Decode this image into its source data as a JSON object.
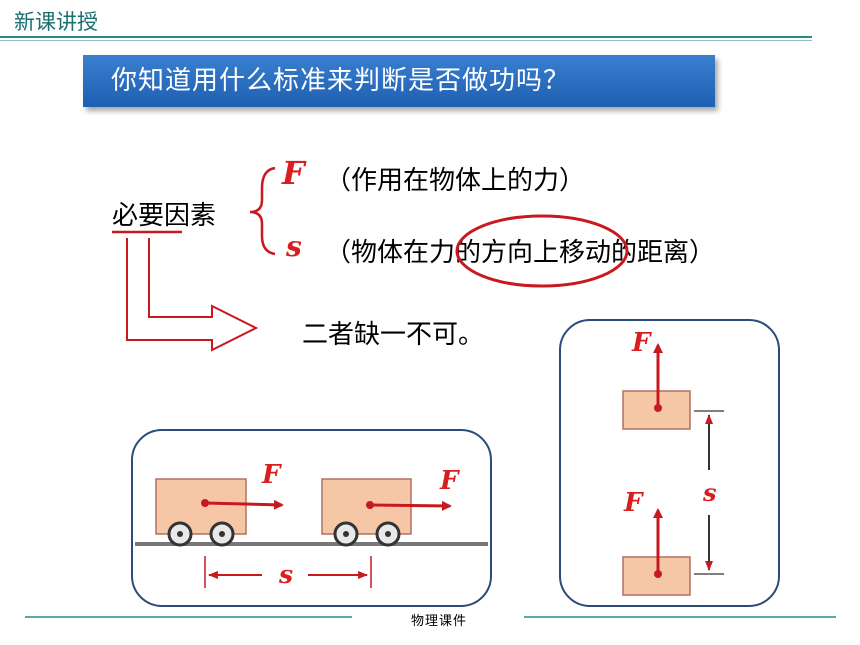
{
  "header": {
    "section_tag": "新课讲授"
  },
  "banner": {
    "question": "你知道用什么标准来判断是否做功吗？"
  },
  "factors": {
    "label": "必要因素",
    "force_symbol": "F",
    "force_desc": "（作用在物体上的力）",
    "distance_symbol": "s",
    "distance_desc": "（物体在力的方向上移动的距离）",
    "conclusion": "二者缺一不可。"
  },
  "horizontal_diagram": {
    "force_label_1": "F",
    "force_label_2": "F",
    "distance_label": "s"
  },
  "vertical_diagram": {
    "force_label_top": "F",
    "force_label_bottom": "F",
    "distance_label": "s"
  },
  "footer": {
    "text": "物理课件"
  },
  "colors": {
    "accent_red": "#c8191f",
    "box_fill": "#f6c7a7",
    "panel_border": "#2c4a7a",
    "banner_blue": "#2a6ec2",
    "teal": "#2a8a86"
  }
}
